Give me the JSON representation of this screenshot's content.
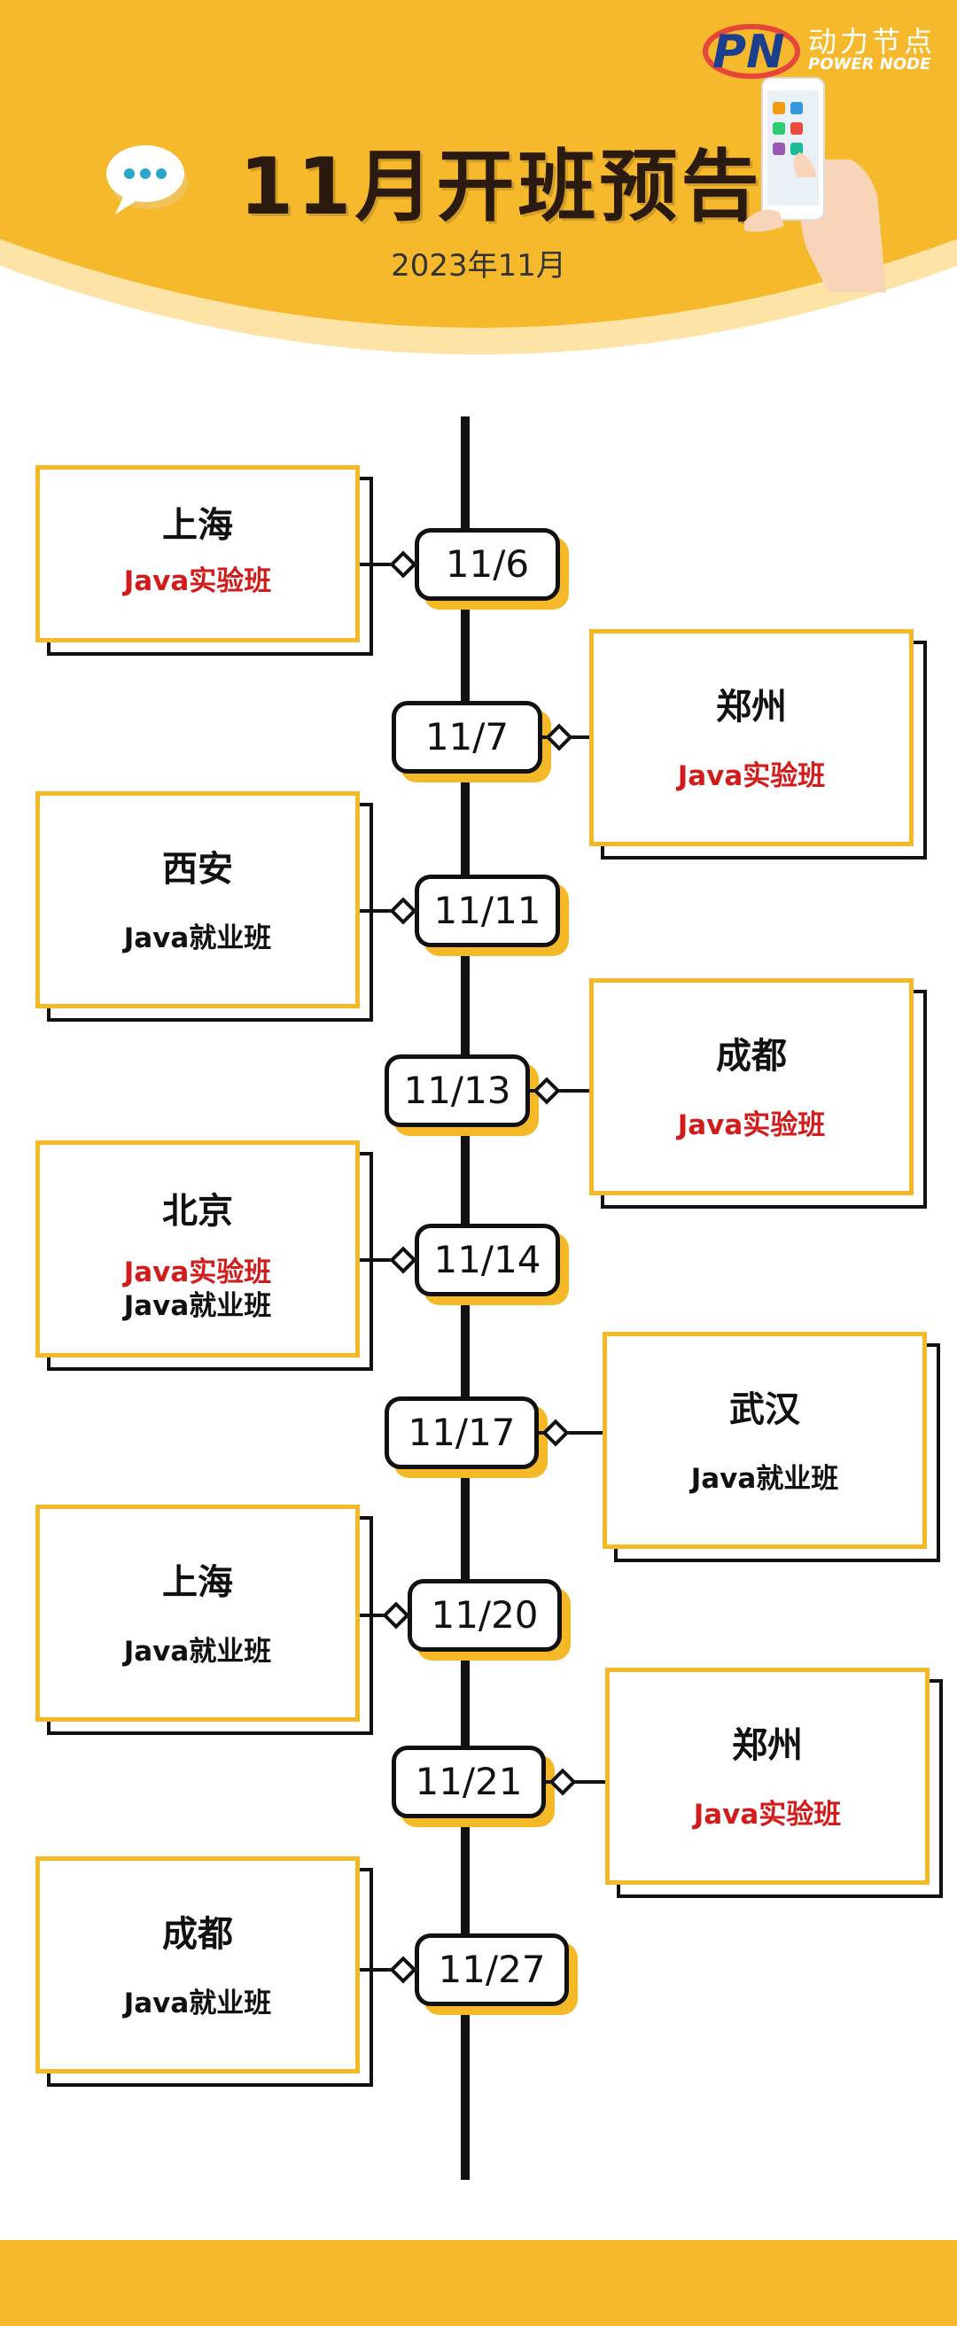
{
  "header": {
    "title": "11月开班预告",
    "subtitle": "2023年11月",
    "logo_cn": "动力节点",
    "logo_en": "POWER NODE",
    "logo_mark": "PN"
  },
  "colors": {
    "accent": "#f7b92c",
    "text_dark": "#111111",
    "text_red": "#d21c1c"
  },
  "icons": [
    "chat-bubble-icon",
    "hand-phone-icon"
  ],
  "events": [
    {
      "date": "11/6",
      "city": "上海",
      "courses": [
        {
          "name": "Java实验班",
          "color": "red"
        }
      ]
    },
    {
      "date": "11/7",
      "city": "郑州",
      "courses": [
        {
          "name": "Java实验班",
          "color": "red"
        }
      ]
    },
    {
      "date": "11/11",
      "city": "西安",
      "courses": [
        {
          "name": "Java就业班",
          "color": "dark"
        }
      ]
    },
    {
      "date": "11/13",
      "city": "成都",
      "courses": [
        {
          "name": "Java实验班",
          "color": "red"
        }
      ]
    },
    {
      "date": "11/14",
      "city": "北京",
      "courses": [
        {
          "name": "Java实验班",
          "color": "red"
        },
        {
          "name": "Java就业班",
          "color": "dark"
        }
      ]
    },
    {
      "date": "11/17",
      "city": "武汉",
      "courses": [
        {
          "name": "Java就业班",
          "color": "dark"
        }
      ]
    },
    {
      "date": "11/20",
      "city": "上海",
      "courses": [
        {
          "name": "Java就业班",
          "color": "dark"
        }
      ]
    },
    {
      "date": "11/21",
      "city": "郑州",
      "courses": [
        {
          "name": "Java实验班",
          "color": "red"
        }
      ]
    },
    {
      "date": "11/27",
      "city": "成都",
      "courses": [
        {
          "name": "Java就业班",
          "color": "dark"
        }
      ]
    }
  ]
}
